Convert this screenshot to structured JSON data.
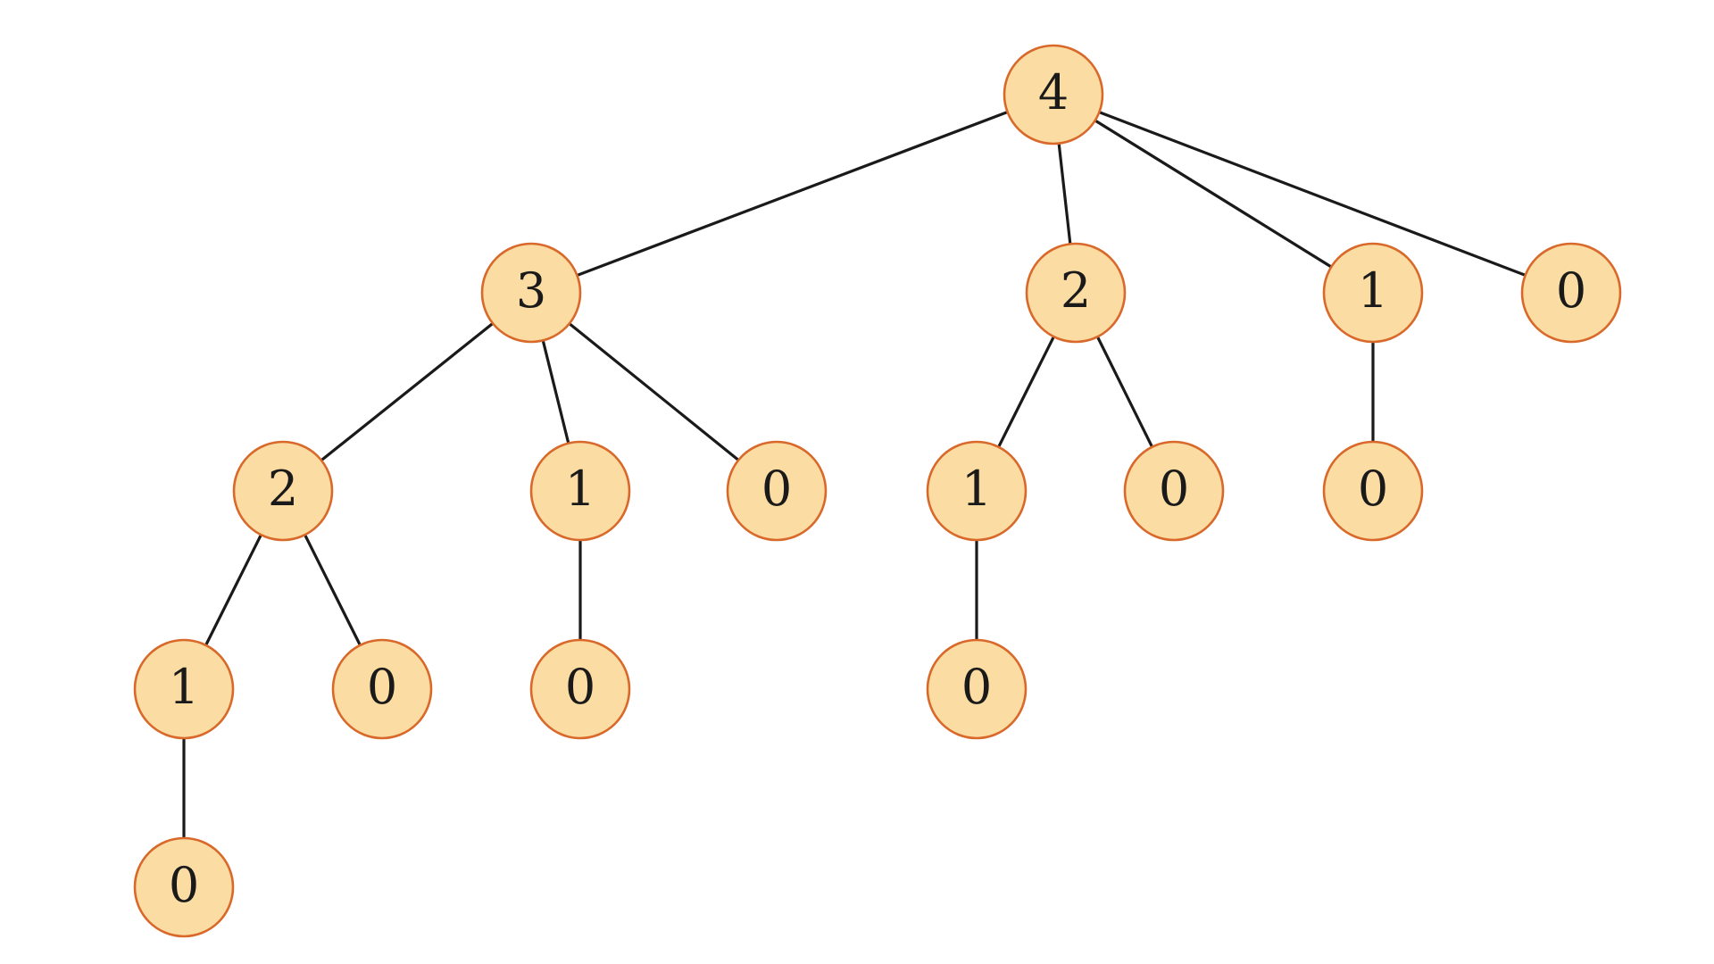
{
  "colors": {
    "node_fill": "#fbdca3",
    "node_stroke": "#d9692a",
    "edge": "#1a1a1a",
    "background": "#ffffff"
  },
  "tree": {
    "nodes": [
      {
        "id": "n0",
        "label": "4"
      },
      {
        "id": "n1",
        "label": "3"
      },
      {
        "id": "n2",
        "label": "2"
      },
      {
        "id": "n3",
        "label": "1"
      },
      {
        "id": "n4",
        "label": "0"
      },
      {
        "id": "n5",
        "label": "2"
      },
      {
        "id": "n6",
        "label": "1"
      },
      {
        "id": "n7",
        "label": "0"
      },
      {
        "id": "n8",
        "label": "1"
      },
      {
        "id": "n9",
        "label": "0"
      },
      {
        "id": "n10",
        "label": "0"
      },
      {
        "id": "n11",
        "label": "1"
      },
      {
        "id": "n12",
        "label": "0"
      },
      {
        "id": "n13",
        "label": "0"
      },
      {
        "id": "n14",
        "label": "0"
      },
      {
        "id": "n15",
        "label": "0"
      }
    ],
    "edges": [
      [
        "n0",
        "n1"
      ],
      [
        "n0",
        "n2"
      ],
      [
        "n0",
        "n3"
      ],
      [
        "n0",
        "n4"
      ],
      [
        "n1",
        "n5"
      ],
      [
        "n1",
        "n6"
      ],
      [
        "n1",
        "n7"
      ],
      [
        "n2",
        "n8"
      ],
      [
        "n2",
        "n9"
      ],
      [
        "n3",
        "n10"
      ],
      [
        "n5",
        "n11"
      ],
      [
        "n5",
        "n12"
      ],
      [
        "n6",
        "n13"
      ],
      [
        "n8",
        "n14"
      ],
      [
        "n11",
        "n15"
      ]
    ]
  }
}
